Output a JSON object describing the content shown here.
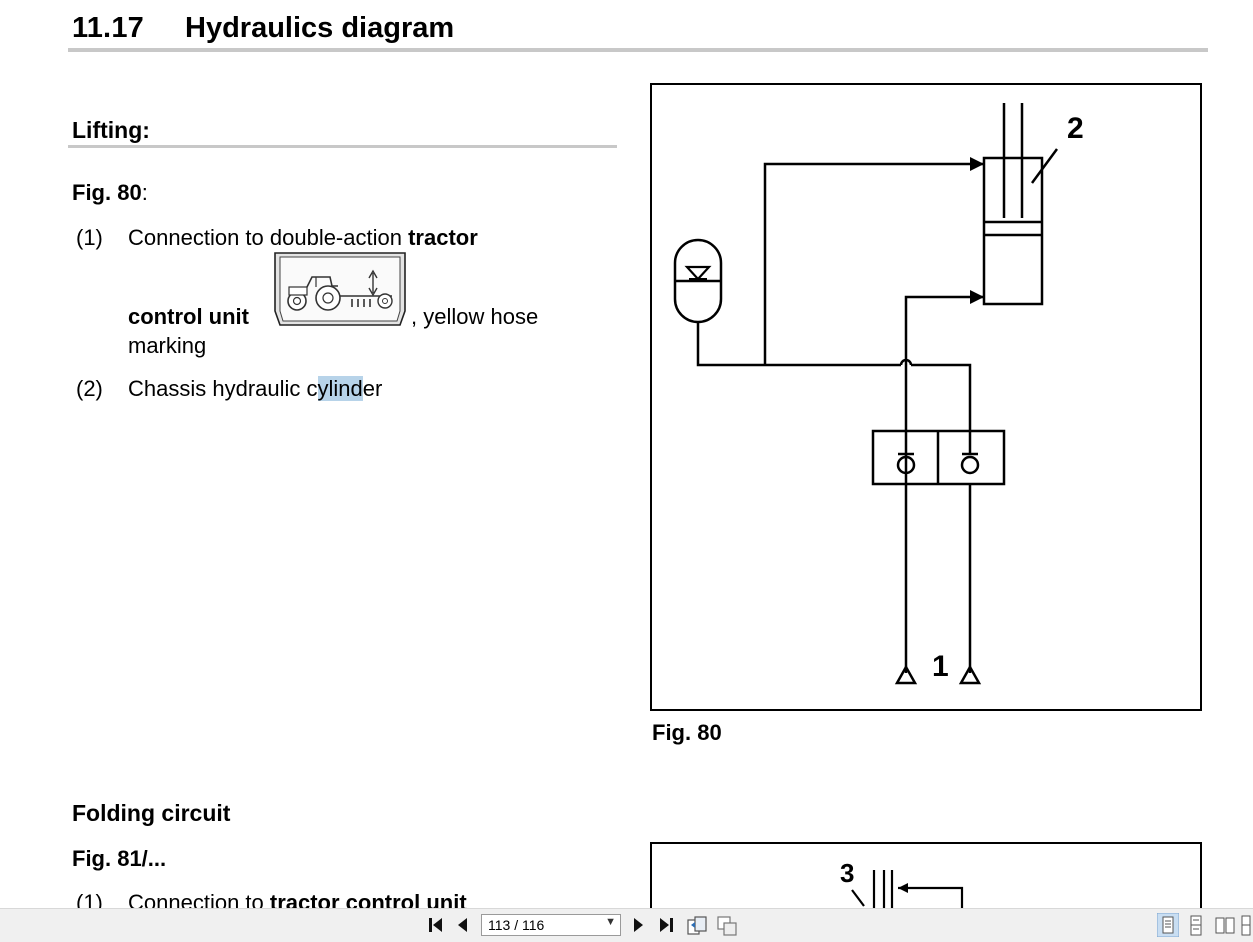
{
  "section": {
    "number": "11.17",
    "title": "Hydraulics diagram"
  },
  "lifting": {
    "heading": "Lifting:",
    "fig_ref_label": "Fig. 80",
    "fig_ref_suffix": ":",
    "items": [
      {
        "num": "(1)",
        "text_a": "Connection to double-action ",
        "text_b_bold": "tractor",
        "text_c_bold": "control unit",
        "text_d": ", yellow hose",
        "text_e": "marking"
      },
      {
        "num": "(2)",
        "text_a": "Chassis hydraulic c",
        "text_hl": "ylind",
        "text_b": "er"
      }
    ]
  },
  "figure80": {
    "caption": "Fig. 80",
    "label_1": "1",
    "label_2": "2"
  },
  "folding": {
    "heading": "Folding circuit",
    "fig_ref": "Fig. 81/...",
    "item1_num": "(1)",
    "item1_text_a": "Connection to ",
    "item1_text_bold": "tractor control unit"
  },
  "figure81": {
    "label_3": "3"
  },
  "viewer": {
    "page_display": "113 / 116",
    "icons": [
      "first-page-icon",
      "prev-page-icon",
      "next-page-icon",
      "last-page-icon",
      "sync-view-icon",
      "thumbnail-icon",
      "single-page-icon",
      "continuous-page-icon",
      "two-page-icon",
      "two-page-continuous-icon"
    ]
  }
}
